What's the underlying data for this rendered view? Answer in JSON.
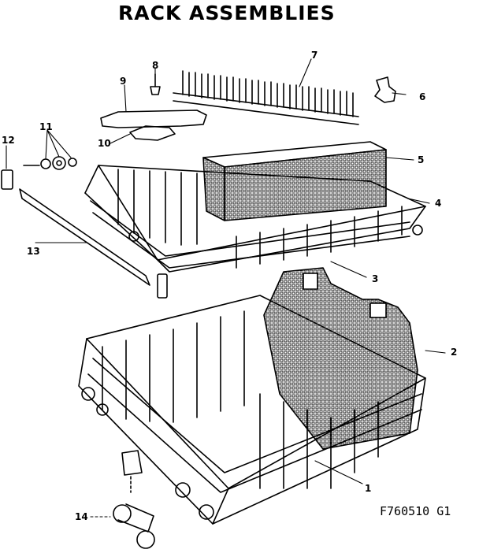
{
  "title": "RACK ASSEMBLIES",
  "figure_code": "F760510   G1",
  "callouts": {
    "c1": "1",
    "c2": "2",
    "c3": "3",
    "c4": "4",
    "c5": "5",
    "c6": "6",
    "c7": "7",
    "c8": "8",
    "c9": "9",
    "c10": "10",
    "c11": "11",
    "c12": "12",
    "c13": "13",
    "c14": "14"
  }
}
